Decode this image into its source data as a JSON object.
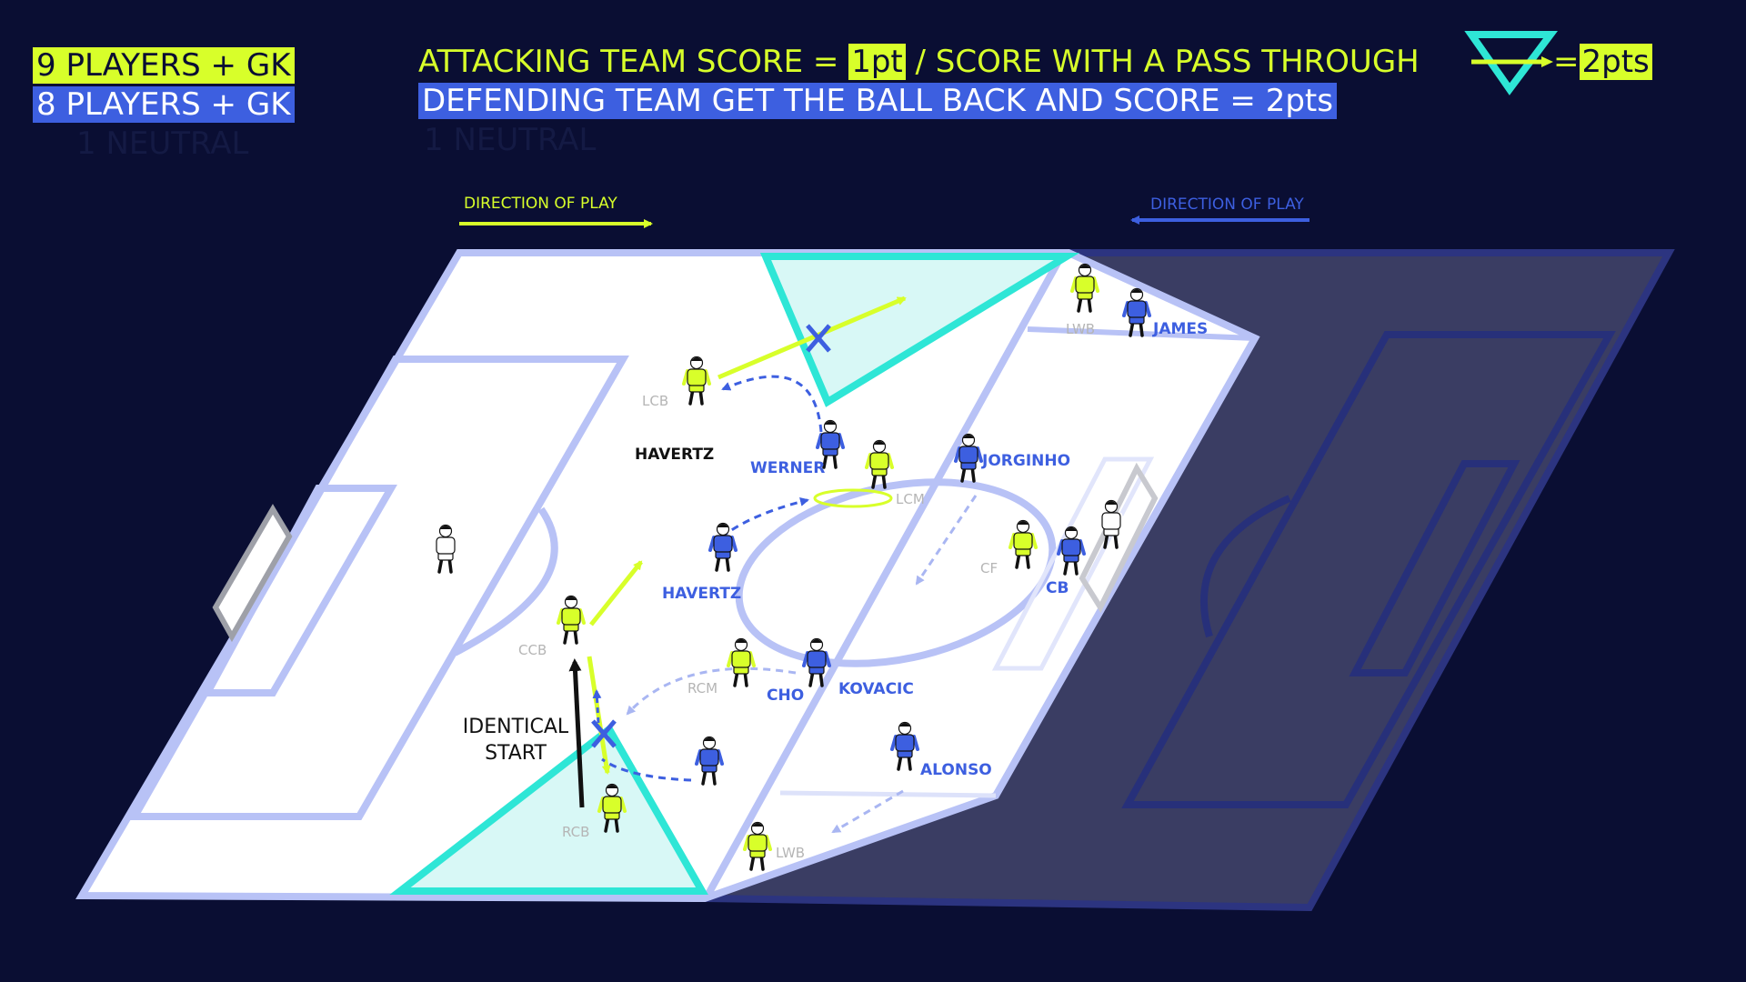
{
  "teams": {
    "attacking": "9 PLAYERS + GK",
    "defending": "8 PLAYERS + GK",
    "neutral": "1 NEUTRAL"
  },
  "rules": {
    "attack_prefix": "ATTACKING TEAM SCORE = ",
    "attack_points": "1pt",
    "attack_middle": " / SCORE WITH A PASS THROUGH",
    "attack_bonus_prefix": "=",
    "attack_bonus": "2pts",
    "defend": "DEFENDING TEAM GET THE BALL BACK AND SCORE = 2pts",
    "neutral": "1 NEUTRAL"
  },
  "direction": {
    "left": "DIRECTION OF PLAY",
    "right": "DIRECTION OF PLAY"
  },
  "annotation": {
    "line1": "IDENTICAL",
    "line2": "START"
  },
  "labels": {
    "havertz_top": "HAVERTZ",
    "werner": "WERNER",
    "jorginho": "JORGINHO",
    "havertz": "HAVERTZ",
    "cho": "CHO",
    "kovacic": "KOVACIC",
    "alonso": "ALONSO",
    "cb": "CB",
    "james": "JAMES",
    "lwb_top": "LWB",
    "lcb": "LCB",
    "lcm": "LCM",
    "cf": "CF",
    "ccb": "CCB",
    "rcm": "RCM",
    "rcb": "RCB",
    "lwb_bottom": "LWB"
  },
  "colors": {
    "background": "#0a0e33",
    "attacking_team": "#d8ff2a",
    "defending_team": "#3d5fe0",
    "neutral": "#ffffff",
    "target_zone": "#2ee6d6",
    "pitch_lines": "#a9b6f2"
  }
}
